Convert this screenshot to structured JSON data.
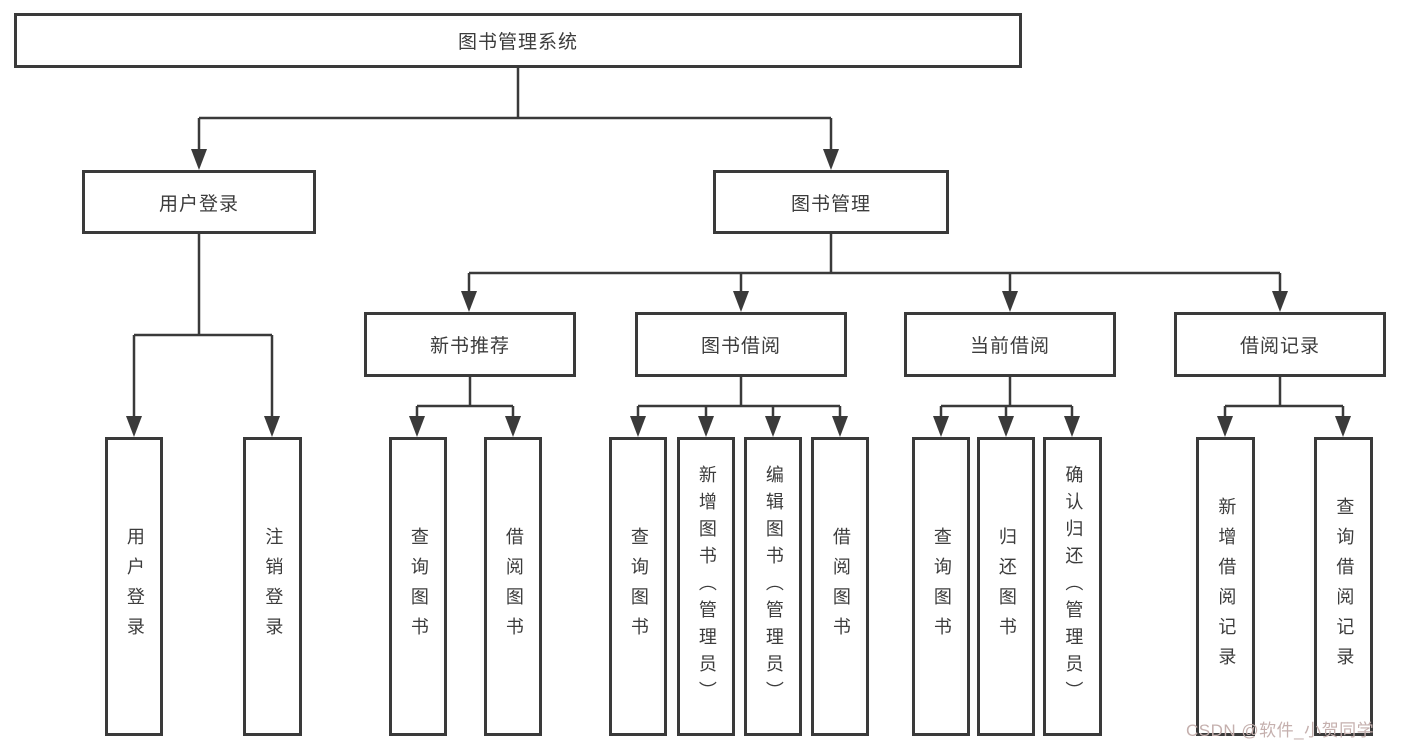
{
  "diagram": {
    "title": "图书管理系统",
    "type": "hierarchy-tree",
    "colors": {
      "line": "#3a3a3a",
      "text": "#3c3c3c",
      "background": "#ffffff",
      "watermark": "#c5b0ae"
    },
    "nodes": {
      "root": "图书管理系统",
      "user_login": "用户登录",
      "book_mgmt": "图书管理",
      "new_book_rec": "新书推荐",
      "book_borrow": "图书借阅",
      "current_borrow": "当前借阅",
      "borrow_record": "借阅记录",
      "leaf_user_login": "用户登录",
      "leaf_logout": "注销登录",
      "leaf_query_book_a": "查询图书",
      "leaf_borrow_book_a": "借阅图书",
      "leaf_query_book_b": "查询图书",
      "leaf_add_book": "新增图书（管理员）",
      "leaf_edit_book": "编辑图书（管理员）",
      "leaf_borrow_book_b": "借阅图书",
      "leaf_query_book_c": "查询图书",
      "leaf_return_book": "归还图书",
      "leaf_confirm_return": "确认归还（管理员）",
      "leaf_add_record": "新增借阅记录",
      "leaf_query_record": "查询借阅记录"
    },
    "edges": [
      [
        "root",
        "user_login"
      ],
      [
        "root",
        "book_mgmt"
      ],
      [
        "user_login",
        "leaf_user_login"
      ],
      [
        "user_login",
        "leaf_logout"
      ],
      [
        "book_mgmt",
        "new_book_rec"
      ],
      [
        "book_mgmt",
        "book_borrow"
      ],
      [
        "book_mgmt",
        "current_borrow"
      ],
      [
        "book_mgmt",
        "borrow_record"
      ],
      [
        "new_book_rec",
        "leaf_query_book_a"
      ],
      [
        "new_book_rec",
        "leaf_borrow_book_a"
      ],
      [
        "book_borrow",
        "leaf_query_book_b"
      ],
      [
        "book_borrow",
        "leaf_add_book"
      ],
      [
        "book_borrow",
        "leaf_edit_book"
      ],
      [
        "book_borrow",
        "leaf_borrow_book_b"
      ],
      [
        "current_borrow",
        "leaf_query_book_c"
      ],
      [
        "current_borrow",
        "leaf_return_book"
      ],
      [
        "current_borrow",
        "leaf_confirm_return"
      ],
      [
        "borrow_record",
        "leaf_add_record"
      ],
      [
        "borrow_record",
        "leaf_query_record"
      ]
    ]
  },
  "watermark": {
    "text": "CSDN @软件_小贺同学"
  }
}
